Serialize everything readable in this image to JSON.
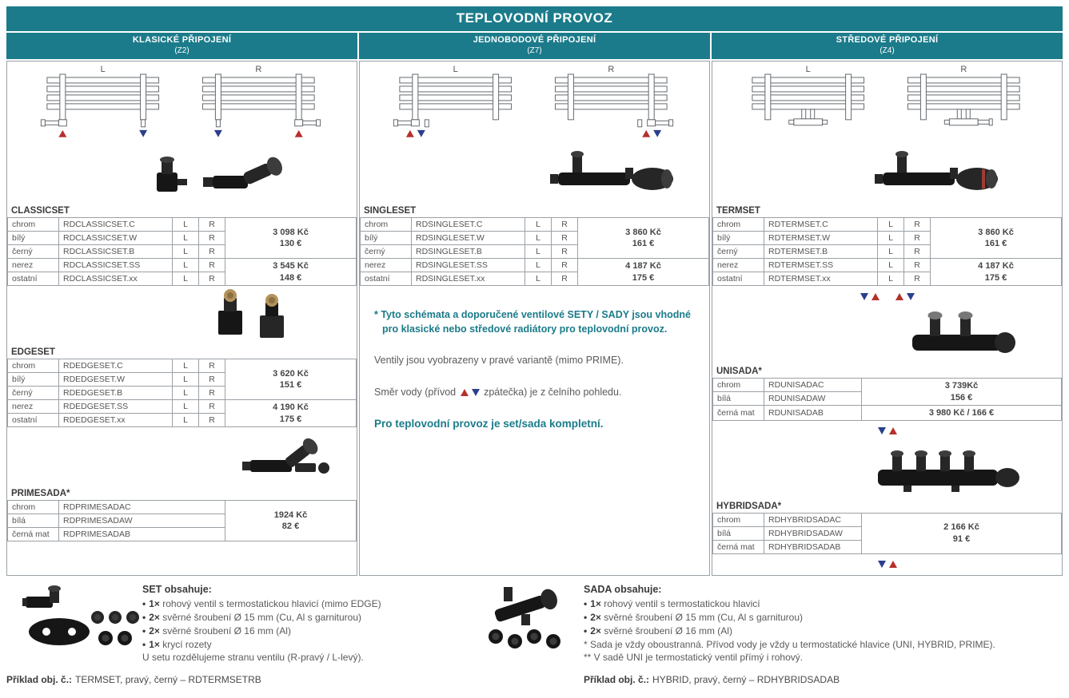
{
  "title": "TEPLOVODNÍ PROVOZ",
  "colors": {
    "teal": "#1b7b8a",
    "red": "#b5312c",
    "blue": "#2b3f8c"
  },
  "columns": [
    {
      "id": "z2",
      "header": "KLASICKÉ PŘIPOJENÍ",
      "subheader": "(Z2)",
      "diagram": {
        "variant": "z2",
        "labels": [
          "L",
          "R"
        ]
      },
      "products": [
        {
          "name": "CLASSICSET",
          "photo": "classicset",
          "lr": [
            "L",
            "R"
          ],
          "rows": [
            {
              "color": "chrom",
              "code": "RDCLASSICSET.C"
            },
            {
              "color": "bílý",
              "code": "RDCLASSICSET.W"
            },
            {
              "color": "černý",
              "code": "RDCLASSICSET.B"
            },
            {
              "color": "nerez",
              "code": "RDCLASSICSET.SS"
            },
            {
              "color": "ostatní",
              "code": "RDCLASSICSET.xx"
            }
          ],
          "prices": [
            {
              "span": 3,
              "kc": "3 098 Kč",
              "eur": "130 €"
            },
            {
              "span": 2,
              "kc": "3 545 Kč",
              "eur": "148 €"
            }
          ]
        },
        {
          "name": "EDGESET",
          "photo": "edgeset",
          "lr": [
            "L",
            "R"
          ],
          "rows": [
            {
              "color": "chrom",
              "code": "RDEDGESET.C"
            },
            {
              "color": "bílý",
              "code": "RDEDGESET.W"
            },
            {
              "color": "černý",
              "code": "RDEDGESET.B"
            },
            {
              "color": "nerez",
              "code": "RDEDGESET.SS"
            },
            {
              "color": "ostatní",
              "code": "RDEDGESET.xx"
            }
          ],
          "prices": [
            {
              "span": 3,
              "kc": "3 620 Kč",
              "eur": "151 €"
            },
            {
              "span": 2,
              "kc": "4 190 Kč",
              "eur": "175 €"
            }
          ]
        },
        {
          "name": "PRIMESADA*",
          "photo": "primesada",
          "rows": [
            {
              "color": "chrom",
              "code": "RDPRIMESADAC"
            },
            {
              "color": "bílá",
              "code": "RDPRIMESADAW"
            },
            {
              "color": "černá mat",
              "code": "RDPRIMESADAB"
            }
          ],
          "prices": [
            {
              "span": 3,
              "kc": "1924 Kč",
              "eur": "82 €"
            }
          ]
        }
      ]
    },
    {
      "id": "z7",
      "header": "JEDNOBODOVÉ PŘIPOJENÍ",
      "subheader": "(Z7)",
      "diagram": {
        "variant": "z7",
        "labels": [
          "L",
          "R"
        ]
      },
      "products": [
        {
          "name": "SINGLESET",
          "photo": "singleset",
          "lr": [
            "L",
            "R"
          ],
          "rows": [
            {
              "color": "chrom",
              "code": "RDSINGLESET.C"
            },
            {
              "color": "bílý",
              "code": "RDSINGLESET.W"
            },
            {
              "color": "černý",
              "code": "RDSINGLESET.B"
            },
            {
              "color": "nerez",
              "code": "RDSINGLESET.SS"
            },
            {
              "color": "ostatní",
              "code": "RDSINGLESET.xx"
            }
          ],
          "prices": [
            {
              "span": 3,
              "kc": "3 860 Kč",
              "eur": "161 €"
            },
            {
              "span": 2,
              "kc": "4 187 Kč",
              "eur": "175 €"
            }
          ]
        }
      ],
      "notes": {
        "n1": "* Tyto schémata a doporučené ventilové SETY / SADY jsou vhodné pro klasické nebo středové radiátory pro teplovodní provoz.",
        "n2": "Ventily jsou vyobrazeny v pravé variantě (mimo PRIME).",
        "n3_pre": "Směr vody (přívod",
        "n3_post": "zpátečka) je z čelního pohledu.",
        "n4": "Pro teplovodní provoz je set/sada kompletní."
      }
    },
    {
      "id": "z4",
      "header": "STŘEDOVÉ PŘIPOJENÍ",
      "subheader": "(Z4)",
      "diagram": {
        "variant": "z4",
        "labels": [
          "L",
          "R"
        ]
      },
      "products": [
        {
          "name": "TERMSET",
          "photo": "termset",
          "lr": [
            "L",
            "R"
          ],
          "rows": [
            {
              "color": "chrom",
              "code": "RDTERMSET.C"
            },
            {
              "color": "bílý",
              "code": "RDTERMSET.W"
            },
            {
              "color": "černý",
              "code": "RDTERMSET.B"
            },
            {
              "color": "nerez",
              "code": "RDTERMSET.SS"
            },
            {
              "color": "ostatní",
              "code": "RDTERMSET.xx"
            }
          ],
          "prices": [
            {
              "span": 3,
              "kc": "3 860 Kč",
              "eur": "161 €"
            },
            {
              "span": 2,
              "kc": "4 187 Kč",
              "eur": "175 €"
            }
          ],
          "markers_after": [
            "blue-down",
            "red-up",
            "gap",
            "red-up",
            "blue-down"
          ]
        },
        {
          "name": "UNISADA*",
          "photo": "unisada",
          "rows": [
            {
              "color": "chrom",
              "code": "RDUNISADAC"
            },
            {
              "color": "bílá",
              "code": "RDUNISADAW"
            },
            {
              "color": "černá mat",
              "code": "RDUNISADAB"
            }
          ],
          "prices": [
            {
              "span": 2,
              "kc": "3 739Kč",
              "eur": "156 €"
            },
            {
              "span": 1,
              "kc": "3 980 Kč / 166 €",
              "eur": ""
            }
          ],
          "markers_after": [
            "blue-down",
            "red-up"
          ]
        },
        {
          "name": "HYBRIDSADA*",
          "photo": "hybridsada",
          "rows": [
            {
              "color": "chrom",
              "code": "RDHYBRIDSADAC"
            },
            {
              "color": "bílá",
              "code": "RDHYBRIDSADAW"
            },
            {
              "color": "černá mat",
              "code": "RDHYBRIDSADAB"
            }
          ],
          "prices": [
            {
              "span": 3,
              "kc": "2 166 Kč",
              "eur": "91 €"
            }
          ],
          "markers_after": [
            "blue-down",
            "red-up"
          ]
        }
      ]
    }
  ],
  "bottom": {
    "left": {
      "title": "SET obsahuje:",
      "items": [
        {
          "qty": "1×",
          "text": "rohový ventil s termostatickou hlavicí (mimo EDGE)"
        },
        {
          "qty": "2×",
          "text": "svěrné šroubení Ø 15 mm (Cu, Al s garniturou)"
        },
        {
          "qty": "2×",
          "text": "svěrné šroubení Ø 16 mm (Al)"
        },
        {
          "qty": "1×",
          "text": "krycí rozety"
        }
      ],
      "footnote": "U setu rozdělujeme stranu ventilu (R-pravý / L-levý).",
      "example_label": "Příklad obj. č.:",
      "example_text": "TERMSET, pravý, černý – RDTERMSETRB"
    },
    "right": {
      "title": "SADA obsahuje:",
      "items": [
        {
          "qty": "1×",
          "text": "rohový ventil s termostatickou hlavicí"
        },
        {
          "qty": "2×",
          "text": "svěrné šroubení Ø 15 mm (Cu, Al s garniturou)"
        },
        {
          "qty": "2×",
          "text": "svěrné šroubení Ø 16 mm (Al)"
        }
      ],
      "footnotes": [
        "* Sada je vždy oboustranná. Přívod vody je vždy u termostatické hlavice (UNI, HYBRID, PRIME).",
        "** V sadě UNI je termostatický ventil přímý i rohový."
      ],
      "example_label": "Příklad obj. č.:",
      "example_text": "HYBRID, pravý, černý – RDHYBRIDSADAB"
    }
  }
}
